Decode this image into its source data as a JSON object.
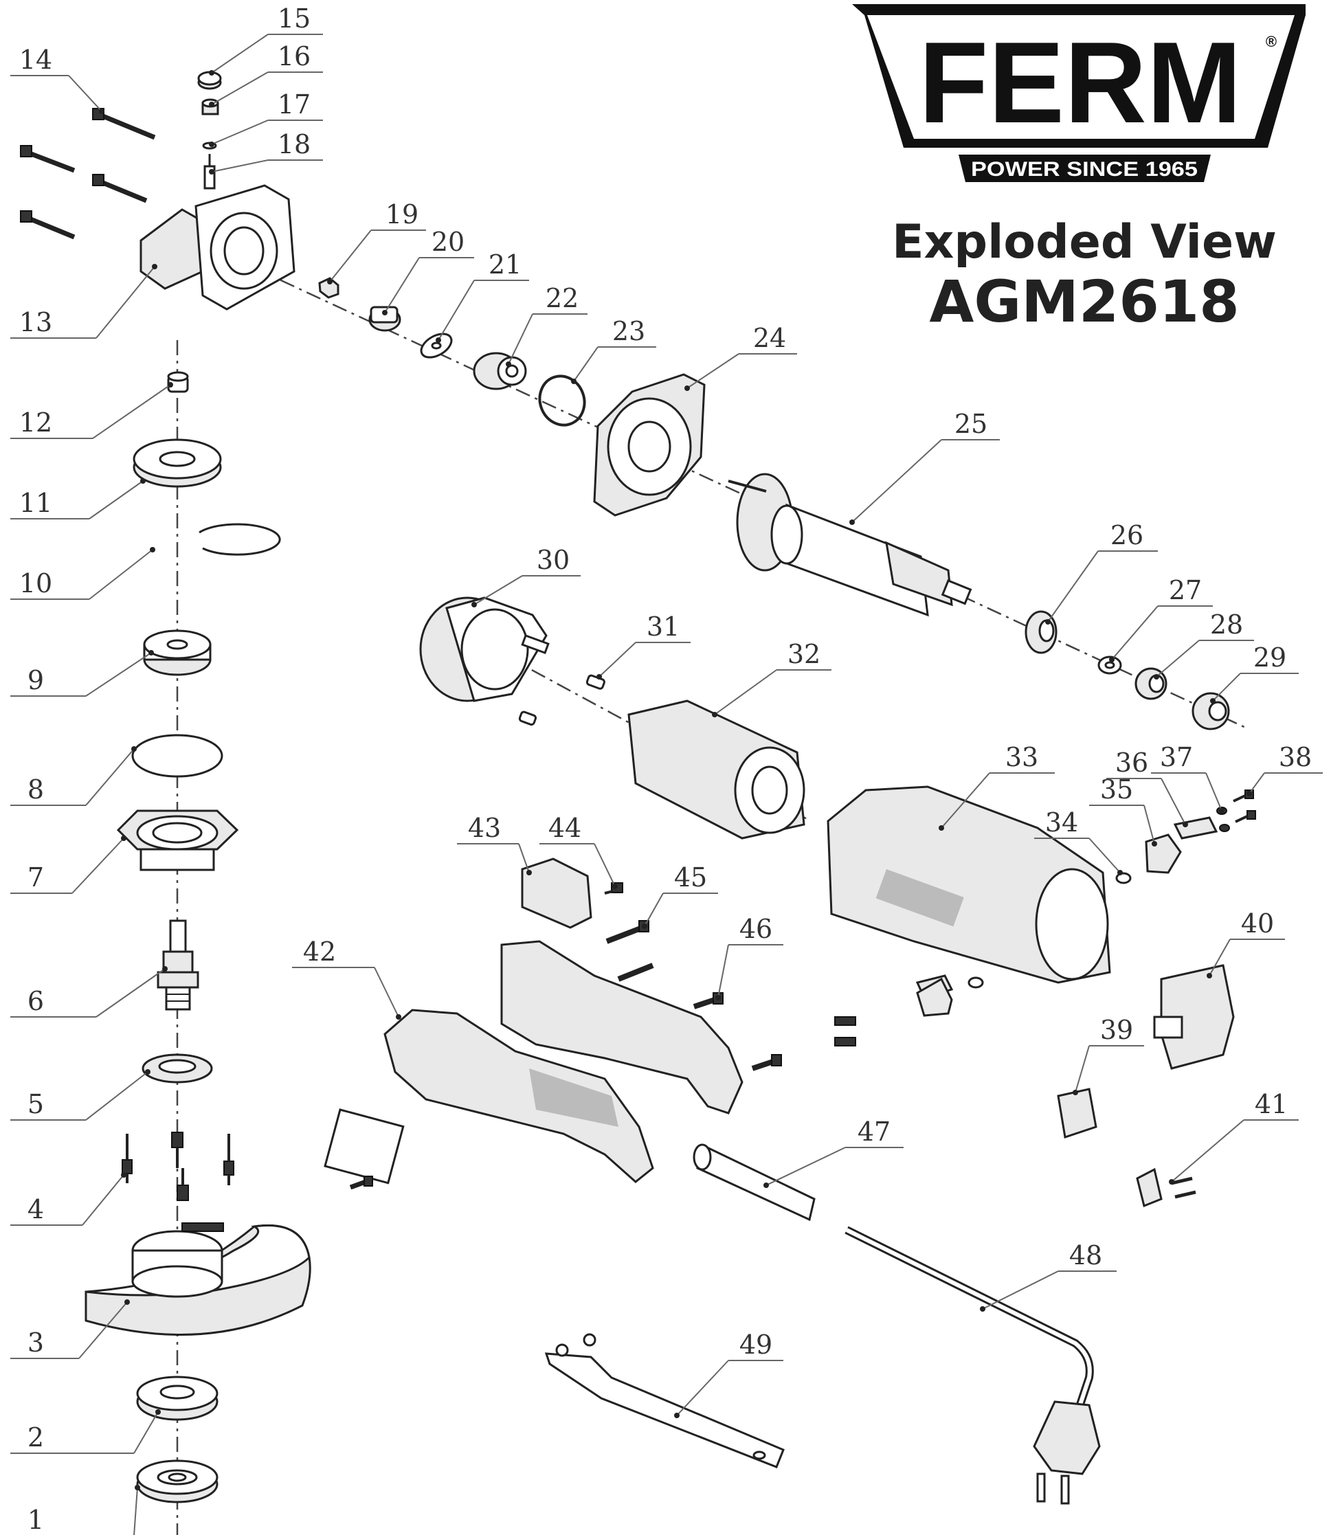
{
  "brand": {
    "logo_text": "FERM",
    "tagline": "POWER SINCE 1965",
    "registered_mark": "®"
  },
  "header": {
    "title": "Exploded View",
    "model": "AGM2618"
  },
  "parts": [
    {
      "id": "1"
    },
    {
      "id": "2"
    },
    {
      "id": "3"
    },
    {
      "id": "4"
    },
    {
      "id": "5"
    },
    {
      "id": "6"
    },
    {
      "id": "7"
    },
    {
      "id": "8"
    },
    {
      "id": "9"
    },
    {
      "id": "10"
    },
    {
      "id": "11"
    },
    {
      "id": "12"
    },
    {
      "id": "13"
    },
    {
      "id": "14"
    },
    {
      "id": "15"
    },
    {
      "id": "16"
    },
    {
      "id": "17"
    },
    {
      "id": "18"
    },
    {
      "id": "19"
    },
    {
      "id": "20"
    },
    {
      "id": "21"
    },
    {
      "id": "22"
    },
    {
      "id": "23"
    },
    {
      "id": "24"
    },
    {
      "id": "25"
    },
    {
      "id": "26"
    },
    {
      "id": "27"
    },
    {
      "id": "28"
    },
    {
      "id": "29"
    },
    {
      "id": "30"
    },
    {
      "id": "31"
    },
    {
      "id": "32"
    },
    {
      "id": "33"
    },
    {
      "id": "34"
    },
    {
      "id": "35"
    },
    {
      "id": "36"
    },
    {
      "id": "37"
    },
    {
      "id": "38"
    },
    {
      "id": "39"
    },
    {
      "id": "40"
    },
    {
      "id": "41"
    },
    {
      "id": "42"
    },
    {
      "id": "43"
    },
    {
      "id": "44"
    },
    {
      "id": "45"
    },
    {
      "id": "46"
    },
    {
      "id": "47"
    },
    {
      "id": "48"
    },
    {
      "id": "49"
    }
  ],
  "colors": {
    "line": "#222222",
    "label": "#333333",
    "logo": "#111111"
  }
}
